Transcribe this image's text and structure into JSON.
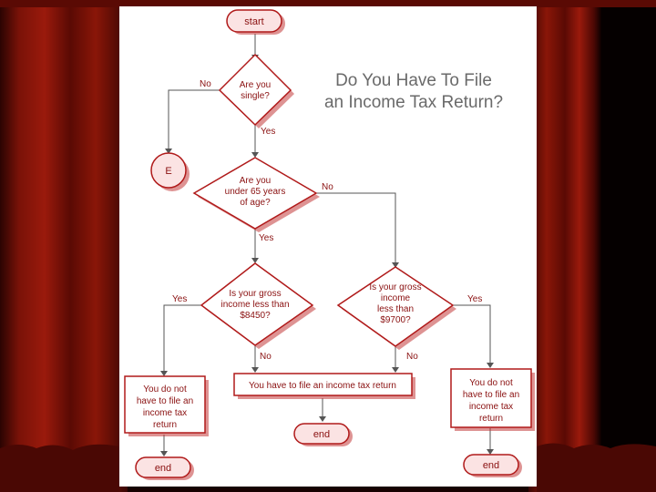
{
  "slide": {
    "title_line1": "Do You Have To File",
    "title_line2": "an Income Tax Return?"
  },
  "flowchart": {
    "start": "start",
    "q_single": [
      "Are you",
      "single?"
    ],
    "ref_e": "E",
    "q_age": [
      "Are you",
      "under 65 years",
      "of age?"
    ],
    "q_income_under": [
      "Is your gross",
      "income less than",
      "$8450?"
    ],
    "q_income_over": [
      "Is your gross",
      "income",
      "less than",
      "$9700?"
    ],
    "box_no_file_left": [
      "You do not",
      "have to file an",
      "income tax",
      "return"
    ],
    "box_file_center": "You have to file an income tax return",
    "box_no_file_right": [
      "You do not",
      "have to file an",
      "income tax",
      "return"
    ],
    "end_left": "end",
    "end_center": "end",
    "end_right": "end",
    "labels": {
      "single_no": "No",
      "single_yes": "Yes",
      "age_no": "No",
      "age_yes": "Yes",
      "under_yes": "Yes",
      "under_no": "No",
      "over_yes": "Yes",
      "over_no": "No"
    }
  },
  "colors": {
    "curtain": "#7a1208",
    "accent": "#b01a1a",
    "slide_bg": "#ffffff"
  }
}
